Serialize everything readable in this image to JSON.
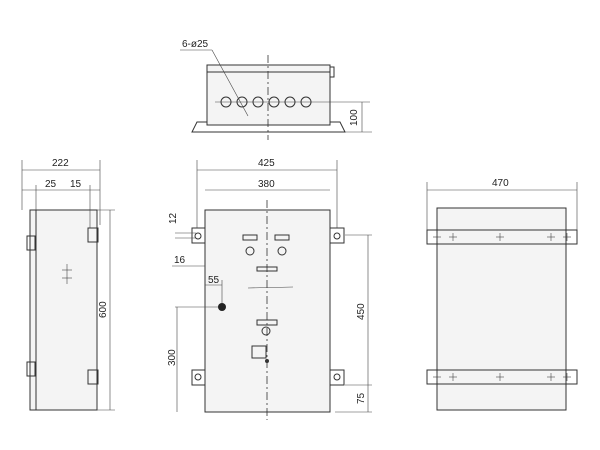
{
  "top_view": {
    "hole_label": "6-ø25",
    "dim_height": "100"
  },
  "side_view": {
    "dim_depth": "222",
    "dim_left": "25",
    "dim_right": "15",
    "dim_height": "600"
  },
  "front_view": {
    "dim_overall_width": "425",
    "dim_body_width": "380",
    "dim_bracket_12": "12",
    "dim_bracket_16": "16",
    "dim_hole_offset": "55",
    "dim_hole_height": "300",
    "dim_mount_spacing": "450",
    "dim_bottom": "75"
  },
  "rear_view": {
    "dim_width": "470"
  }
}
